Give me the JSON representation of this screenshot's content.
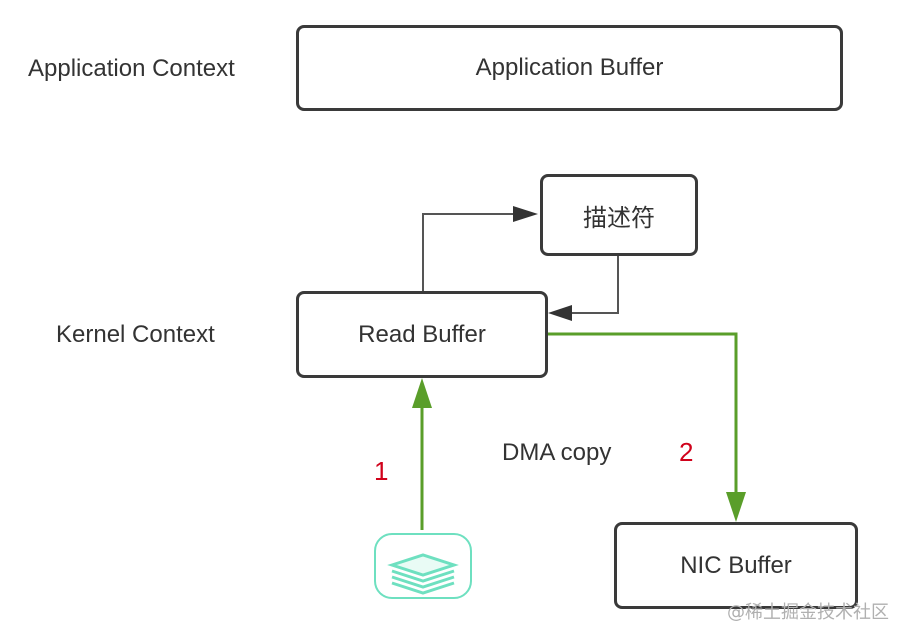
{
  "labels": {
    "application_context": "Application Context",
    "kernel_context": "Kernel Context",
    "dma_copy": "DMA copy"
  },
  "boxes": {
    "application_buffer": "Application Buffer",
    "descriptor": "描述符",
    "read_buffer": "Read Buffer",
    "nic_buffer": "NIC Buffer"
  },
  "steps": {
    "step1": "1",
    "step2": "2"
  },
  "icons": {
    "source": "disk-stack-icon"
  },
  "colors": {
    "box_border": "#3a3a3a",
    "gray_arrow": "#444444",
    "green_arrow": "#5a9e2a",
    "step_number": "#d0021b",
    "source_icon": "#6ee0c0"
  },
  "watermark": "@稀土掘金技术社区"
}
